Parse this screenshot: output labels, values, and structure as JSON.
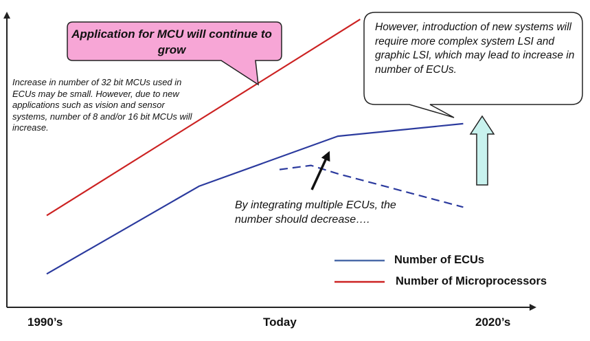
{
  "chart_data": {
    "type": "line",
    "categories": [
      "1990’s",
      "Today",
      "2020’s"
    ],
    "series": [
      {
        "name": "Number of ECUs",
        "color": "#2b3a9e",
        "style": "solid",
        "points": [
          [
            0,
            0.08
          ],
          [
            0.34,
            0.29
          ],
          [
            0.65,
            0.41
          ],
          [
            0.93,
            0.44
          ]
        ]
      },
      {
        "name": "Number of ECUs",
        "color": "#2b3a9e",
        "style": "dashed",
        "points": [
          [
            0.52,
            0.33
          ],
          [
            0.59,
            0.34
          ],
          [
            0.65,
            0.32
          ],
          [
            0.93,
            0.24
          ]
        ]
      },
      {
        "name": "Number of Microprocessors",
        "color": "#cc2222",
        "style": "solid",
        "points": [
          [
            0,
            0.22
          ],
          [
            0.7,
            0.69
          ]
        ]
      }
    ],
    "ylim": [
      0,
      0.7
    ],
    "xlim": [
      0,
      1
    ],
    "legend": [
      {
        "label": "Number of ECUs",
        "color": "#2b3a9e"
      },
      {
        "label": "Number of Microprocessors",
        "color": "#cc2222"
      }
    ],
    "annotations": {
      "pink_callout": "Application for MCU will continue to grow",
      "left_note": "Increase in number of 32 bit MCUs used in ECUs may be small. However,  due to new applications such as vision and sensor systems, number of 8 and/or 16 bit MCUs will increase.",
      "right_callout": "However, introduction of new systems will require more complex system LSI and graphic LSI, which may lead to increase in number of ECUs.",
      "middle_note": "By integrating multiple ECUs, the number should decrease…."
    }
  },
  "colors": {
    "pink_fill": "#f7a6d6",
    "arrow_fill": "#c8f2ee",
    "axis": "#222222"
  }
}
